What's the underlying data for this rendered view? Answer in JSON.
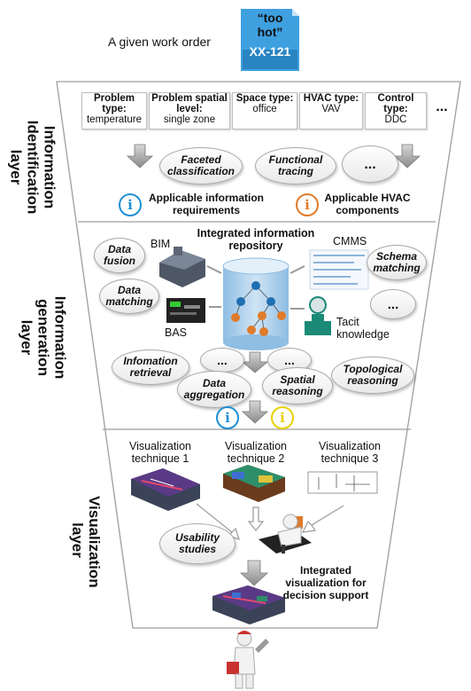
{
  "work_order": {
    "label": "A given work order",
    "line1": "“too",
    "line2": "hot”",
    "id": "XX-121"
  },
  "layers": {
    "identification": "Information Identification layer",
    "generation": "Information generation layer",
    "visualization": "Visualization layer"
  },
  "attributes": [
    {
      "title": "Problem type:",
      "value": "temperature"
    },
    {
      "title": "Problem spatial level:",
      "value": "single zone"
    },
    {
      "title": "Space type:",
      "value": "office"
    },
    {
      "title": "HVAC type:",
      "value": "VAV"
    },
    {
      "title": "Control type:",
      "value": "DDC"
    }
  ],
  "attributes_more": "...",
  "identification": {
    "faceted": "Faceted classification",
    "functional": "Functional tracing",
    "more": "...",
    "info_req": "Applicable information requirements",
    "hvac_comp": "Applicable HVAC components",
    "icon_glyph": "i"
  },
  "generation": {
    "repository": "Integrated information repository",
    "bim": "BIM",
    "bas": "BAS",
    "cmms": "CMMS",
    "tacit": "Tacit knowledge",
    "data_fusion": "Data fusion",
    "data_matching": "Data matching",
    "schema_matching": "Schema matching",
    "more": "...",
    "info_retrieval": "Infomation retrieval",
    "data_aggregation": "Data aggregation",
    "spatial_reasoning": "Spatial reasoning",
    "topological_reasoning": "Topological reasoning",
    "more2": "...",
    "more3": "..."
  },
  "visualization": {
    "tech1": "Visualization technique 1",
    "tech2": "Visualization technique 2",
    "tech3": "Visualization technique 3",
    "usability": "Usability studies",
    "integrated": "Integrated visualization for decision support"
  },
  "colors": {
    "border": "#9e9e9e",
    "info_blue": "#1f8fd6",
    "info_orange": "#e07b2a",
    "info_yellow": "#e6d000",
    "cylinder": "#aed0ec",
    "node_blue": "#1f6fb2",
    "node_orange": "#e07b2a",
    "doc_blue": "#3fa0e0"
  }
}
